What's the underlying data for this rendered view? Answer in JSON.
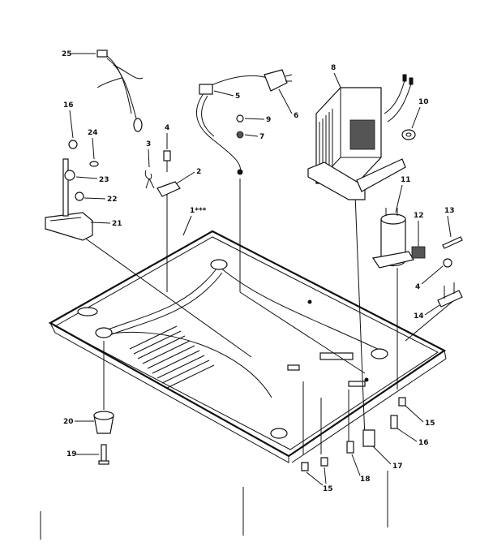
{
  "diagram": {
    "callouts": [
      {
        "id": "c25",
        "label": "25"
      },
      {
        "id": "c16a",
        "label": "16"
      },
      {
        "id": "c24",
        "label": "24"
      },
      {
        "id": "c23",
        "label": "23"
      },
      {
        "id": "c22",
        "label": "22"
      },
      {
        "id": "c21",
        "label": "21"
      },
      {
        "id": "c4a",
        "label": "4"
      },
      {
        "id": "c3",
        "label": "3"
      },
      {
        "id": "c2",
        "label": "2"
      },
      {
        "id": "c1",
        "label": "1***"
      },
      {
        "id": "c5",
        "label": "5"
      },
      {
        "id": "c6",
        "label": "6"
      },
      {
        "id": "c9",
        "label": "9"
      },
      {
        "id": "c7",
        "label": "7"
      },
      {
        "id": "c8",
        "label": "8"
      },
      {
        "id": "c10",
        "label": "10"
      },
      {
        "id": "c11",
        "label": "11"
      },
      {
        "id": "c12",
        "label": "12"
      },
      {
        "id": "c13",
        "label": "13"
      },
      {
        "id": "c4b",
        "label": "4"
      },
      {
        "id": "c14",
        "label": "14"
      },
      {
        "id": "c15a",
        "label": "15"
      },
      {
        "id": "c16b",
        "label": "16"
      },
      {
        "id": "c17",
        "label": "17"
      },
      {
        "id": "c18",
        "label": "18"
      },
      {
        "id": "c15b",
        "label": "15"
      },
      {
        "id": "c20",
        "label": "20"
      },
      {
        "id": "c19",
        "label": "19"
      }
    ]
  }
}
